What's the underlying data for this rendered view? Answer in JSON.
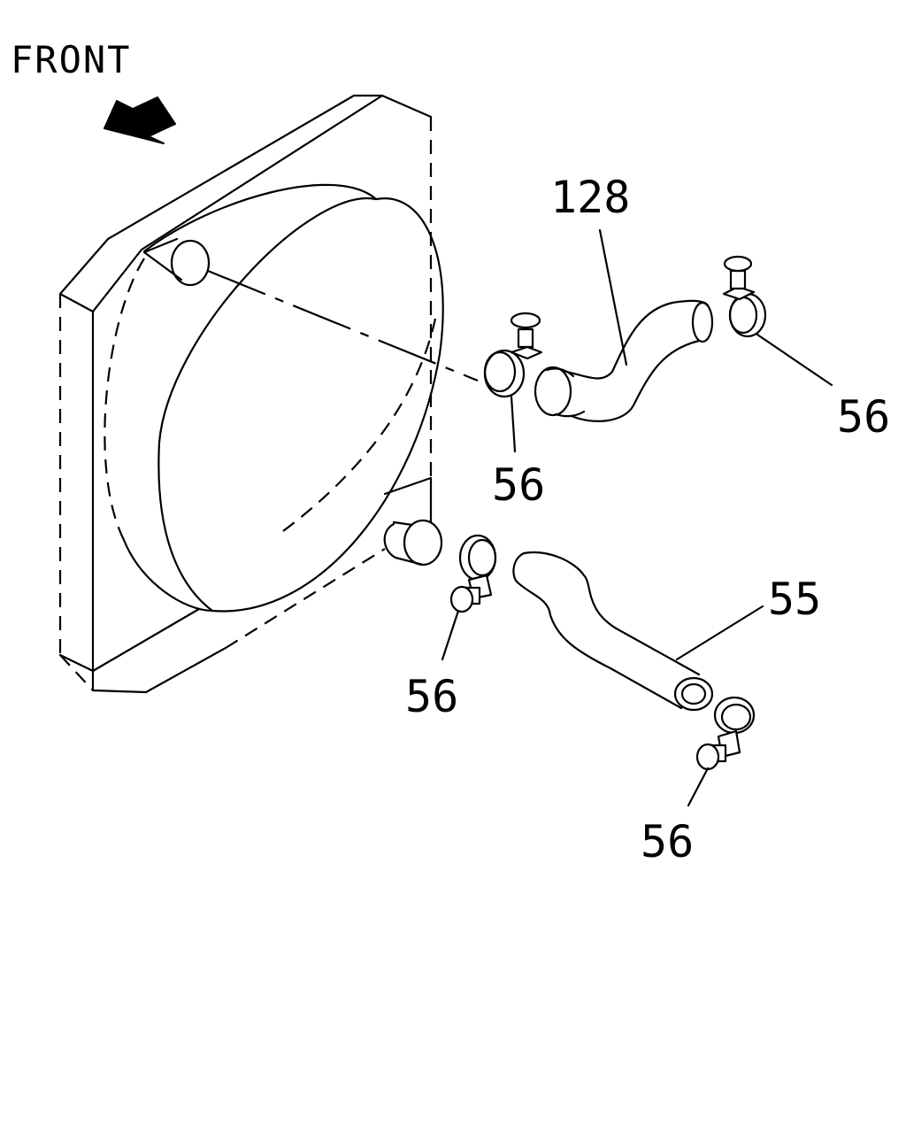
{
  "direction_label": "FRONT",
  "callouts": {
    "upper_hose": "128",
    "lower_hose": "55",
    "clamp_upper_radiator": "56",
    "clamp_upper_engine": "56",
    "clamp_lower_radiator": "56",
    "clamp_lower_engine": "56"
  }
}
